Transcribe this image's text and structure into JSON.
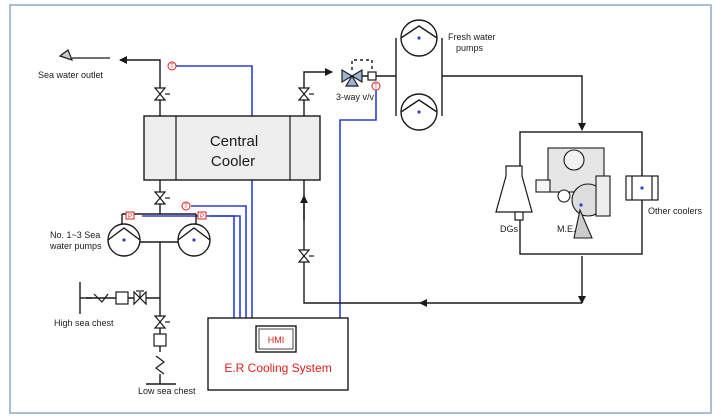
{
  "labels": {
    "sea_water_outlet": "Sea water outlet",
    "central_cooler_line1": "Central",
    "central_cooler_line2": "Cooler",
    "fresh_water_pumps_line1": "Fresh water",
    "fresh_water_pumps_line2": "pumps",
    "three_way_valve": "3-way v/v",
    "sea_water_pumps_line1": "No. 1~3 Sea",
    "sea_water_pumps_line2": "water pumps",
    "high_sea_chest": "High sea chest",
    "low_sea_chest": "Low sea chest",
    "dgs": "DGs",
    "main_engine": "M.E.",
    "other_coolers": "Other coolers",
    "hmi": "HMI",
    "cooling_system": "E.R Cooling System",
    "temp_sensor_symbol": "T",
    "pressure_sensor_symbol": "P"
  },
  "colors": {
    "pipe": "#1a1a1a",
    "signal": "#2b3fd6",
    "accent_red": "#e0201b",
    "frame_border": "#8fa9c7",
    "cooler_fill": "#eeeeee"
  }
}
